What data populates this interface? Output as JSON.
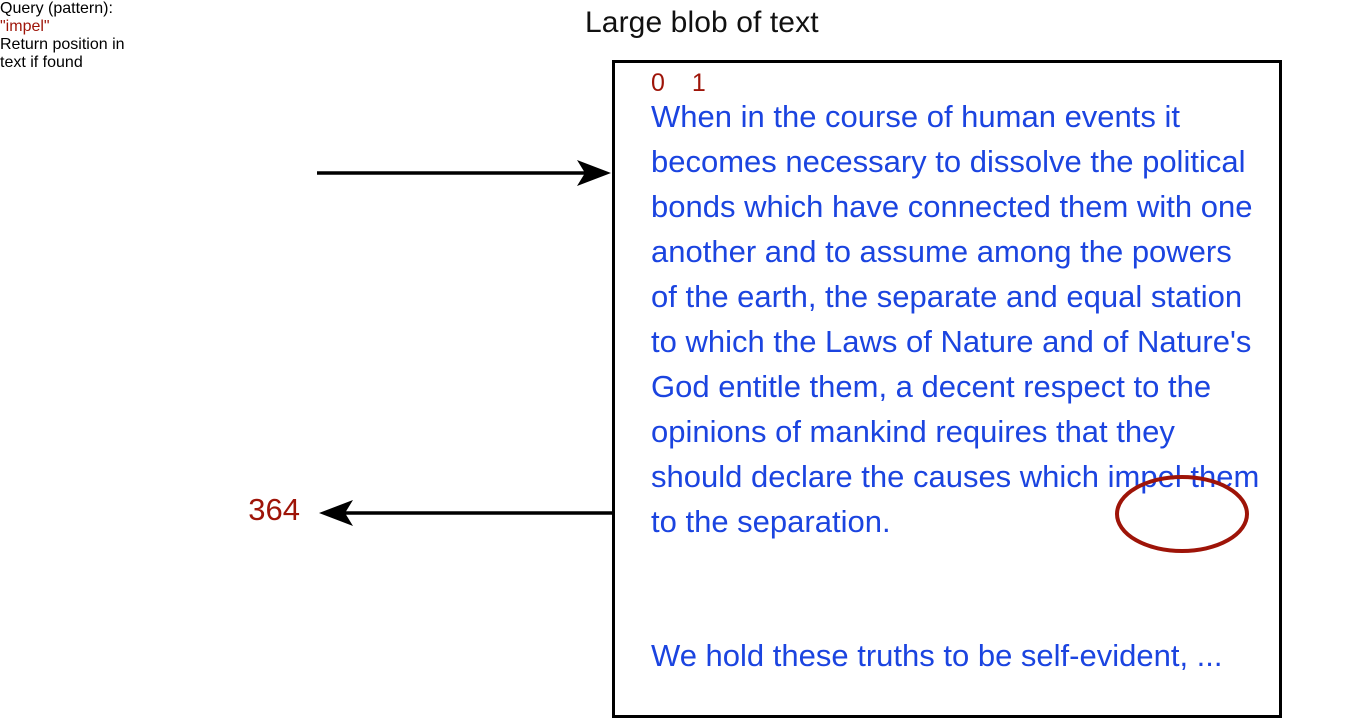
{
  "title": "Large blob of text",
  "query": {
    "label": "Query (pattern):",
    "value": "\"impel\""
  },
  "result": {
    "label_line1": "Return position in",
    "label_line2": "text if found",
    "value": "364"
  },
  "text_blob": {
    "position_markers": "0 1",
    "paragraph1": "When in the course of human events it becomes necessary to dissolve the political bonds which have connected them with one another and to assume among the powers of the earth, the separate and equal station to which the Laws of Nature and of Nature's God entitle them, a decent respect to the opinions of mankind requires that they should declare the causes which impel them to the separation.",
    "paragraph2": "We hold these truths to be self-evident, ...",
    "highlighted_match": "impel"
  },
  "arrows": {
    "query_to_text": "arrow pointing right from query to text blob",
    "text_to_result": "arrow pointing left from text blob to result"
  },
  "colors": {
    "text_blob": "#1b44e0",
    "accent_red": "#9e1408",
    "outline": "#000000",
    "label": "#141414"
  }
}
